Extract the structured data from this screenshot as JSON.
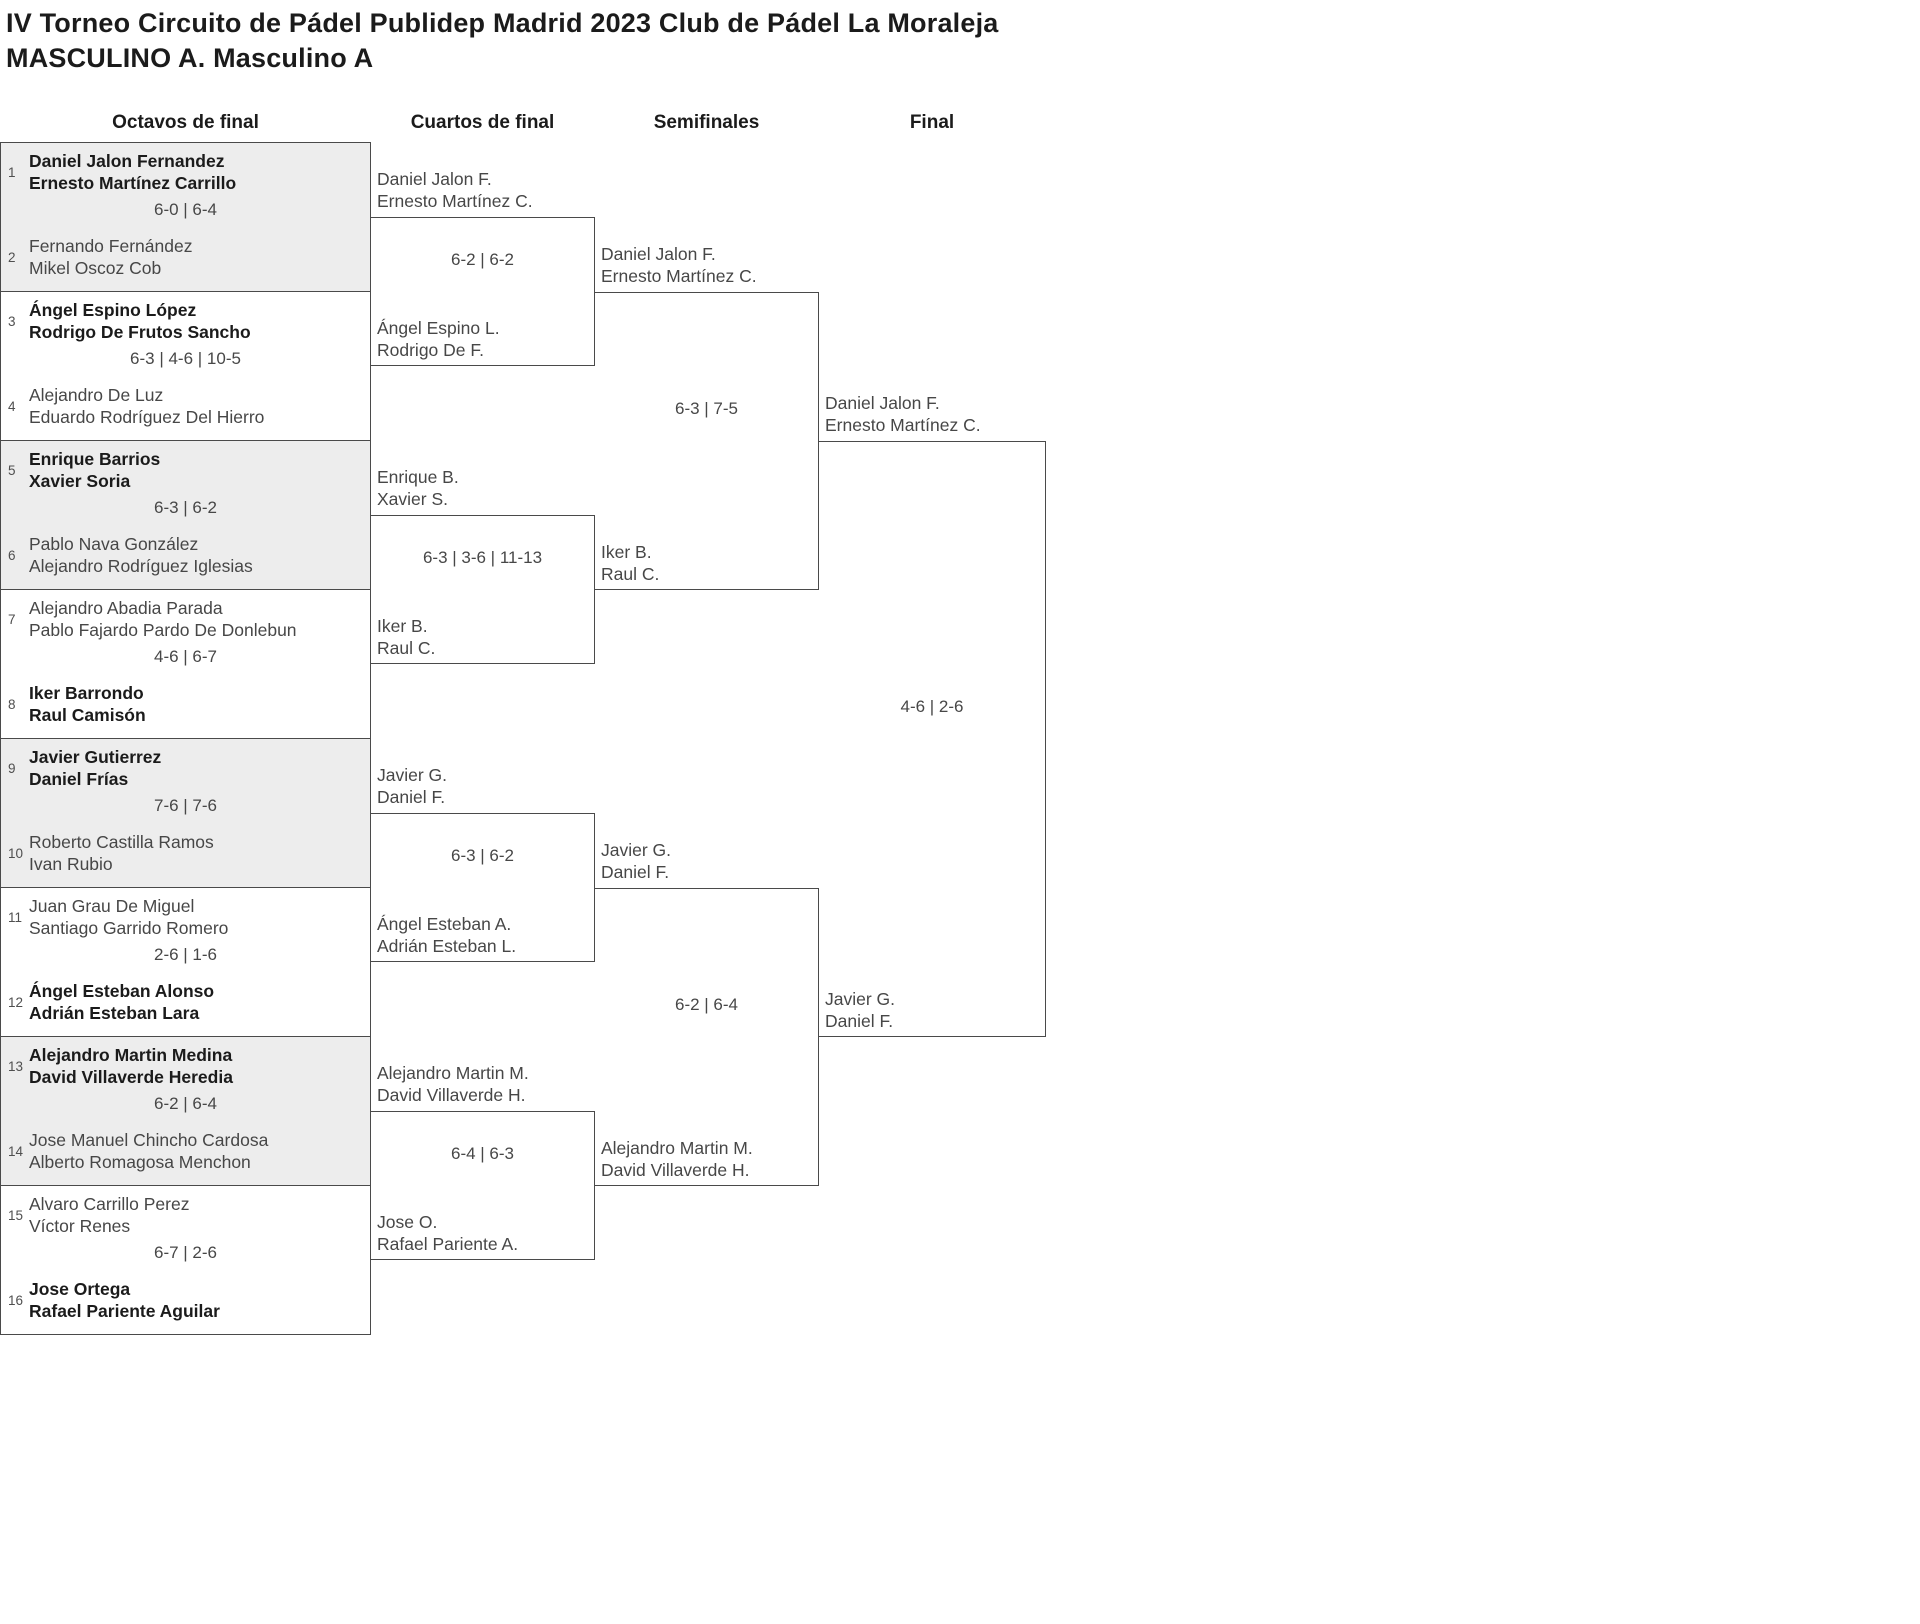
{
  "title": {
    "line1": "IV Torneo Circuito de Pádel Publidep Madrid 2023 Club de Pádel La Moraleja",
    "line2": "MASCULINO A. Masculino A"
  },
  "round_headers": {
    "octavos": "Octavos de final",
    "cuartos": "Cuartos de final",
    "semifinales": "Semifinales",
    "final": "Final"
  },
  "colors": {
    "border": "#4a4a4a",
    "shaded_cell": "#ededed",
    "winner_text": "#1b1b1b",
    "regular_text": "#474747"
  },
  "octavos": {
    "matches": [
      {
        "seed1": "1",
        "team1": [
          "Daniel Jalon Fernandez",
          "Ernesto Martínez Carrillo"
        ],
        "team1_winner": true,
        "score": "6-0 | 6-4",
        "seed2": "2",
        "team2": [
          "Fernando Fernández",
          "Mikel Oscoz Cob"
        ],
        "team2_winner": false
      },
      {
        "seed1": "3",
        "team1": [
          "Ángel Espino López",
          "Rodrigo De Frutos Sancho"
        ],
        "team1_winner": true,
        "score": "6-3 | 4-6 | 10-5",
        "seed2": "4",
        "team2": [
          "Alejandro De Luz",
          "Eduardo Rodríguez Del Hierro"
        ],
        "team2_winner": false
      },
      {
        "seed1": "5",
        "team1": [
          "Enrique Barrios",
          "Xavier Soria"
        ],
        "team1_winner": true,
        "score": "6-3 | 6-2",
        "seed2": "6",
        "team2": [
          "Pablo Nava González",
          "Alejandro Rodríguez Iglesias"
        ],
        "team2_winner": false
      },
      {
        "seed1": "7",
        "team1": [
          "Alejandro Abadia Parada",
          "Pablo Fajardo Pardo De Donlebun"
        ],
        "team1_winner": false,
        "score": "4-6 | 6-7",
        "seed2": "8",
        "team2": [
          "Iker Barrondo",
          "Raul Camisón"
        ],
        "team2_winner": true
      },
      {
        "seed1": "9",
        "team1": [
          "Javier Gutierrez",
          "Daniel Frías"
        ],
        "team1_winner": true,
        "score": "7-6 | 7-6",
        "seed2": "10",
        "team2": [
          "Roberto Castilla Ramos",
          "Ivan Rubio"
        ],
        "team2_winner": false
      },
      {
        "seed1": "11",
        "team1": [
          "Juan Grau De Miguel",
          "Santiago Garrido Romero"
        ],
        "team1_winner": false,
        "score": "2-6 | 1-6",
        "seed2": "12",
        "team2": [
          "Ángel Esteban Alonso",
          "Adrián Esteban Lara"
        ],
        "team2_winner": true
      },
      {
        "seed1": "13",
        "team1": [
          "Alejandro Martin Medina",
          "David Villaverde Heredia"
        ],
        "team1_winner": true,
        "score": "6-2 | 6-4",
        "seed2": "14",
        "team2": [
          "Jose Manuel Chincho Cardosa",
          "Alberto Romagosa Menchon"
        ],
        "team2_winner": false
      },
      {
        "seed1": "15",
        "team1": [
          "Alvaro Carrillo Perez",
          "Víctor Renes"
        ],
        "team1_winner": false,
        "score": "6-7 | 2-6",
        "seed2": "16",
        "team2": [
          "Jose Ortega",
          "Rafael Pariente Aguilar"
        ],
        "team2_winner": true
      }
    ]
  },
  "cuartos": {
    "matches": [
      {
        "team1": [
          "Daniel Jalon F.",
          "Ernesto Martínez C."
        ],
        "team1_winner": true,
        "score": "6-2 | 6-2",
        "team2": [
          "Ángel Espino L.",
          "Rodrigo De F."
        ],
        "team2_winner": false
      },
      {
        "team1": [
          "Enrique B.",
          "Xavier S."
        ],
        "team1_winner": false,
        "score": "6-3 | 3-6 | 11-13",
        "team2": [
          "Iker B.",
          "Raul C."
        ],
        "team2_winner": true
      },
      {
        "team1": [
          "Javier G.",
          "Daniel F."
        ],
        "team1_winner": true,
        "score": "6-3 | 6-2",
        "team2": [
          "Ángel Esteban A.",
          "Adrián Esteban L."
        ],
        "team2_winner": false
      },
      {
        "team1": [
          "Alejandro Martin M.",
          "David Villaverde H."
        ],
        "team1_winner": true,
        "score": "6-4 | 6-3",
        "team2": [
          "Jose O.",
          "Rafael Pariente A."
        ],
        "team2_winner": false
      }
    ]
  },
  "semifinales": {
    "matches": [
      {
        "team1": [
          "Daniel Jalon F.",
          "Ernesto Martínez C."
        ],
        "team1_winner": true,
        "score": "6-3 | 7-5",
        "team2": [
          "Iker B.",
          "Raul C."
        ],
        "team2_winner": false
      },
      {
        "team1": [
          "Javier G.",
          "Daniel F."
        ],
        "team1_winner": true,
        "score": "6-2 | 6-4",
        "team2": [
          "Alejandro Martin M.",
          "David Villaverde H."
        ],
        "team2_winner": false
      }
    ]
  },
  "final": {
    "matches": [
      {
        "team1": [
          "Daniel Jalon F.",
          "Ernesto Martínez C."
        ],
        "team1_winner": false,
        "score": "4-6 | 2-6",
        "team2": [
          "Javier G.",
          "Daniel F."
        ],
        "team2_winner": true
      }
    ]
  }
}
